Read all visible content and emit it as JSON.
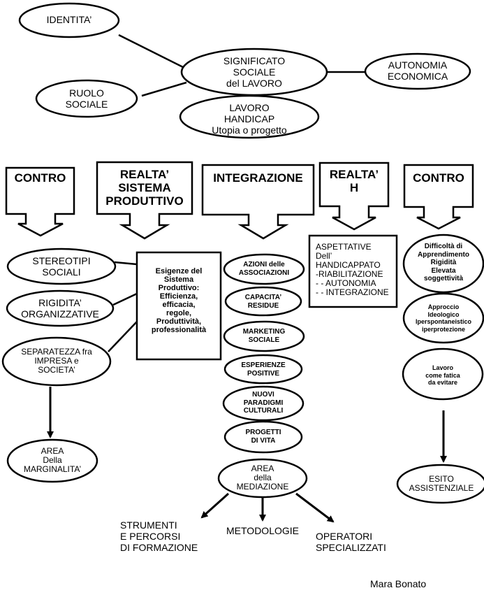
{
  "top": {
    "identita": "IDENTITA’",
    "significato": "SIGNIFICATO\nSOCIALE\ndel LAVORO",
    "autonomia": "AUTONOMIA\nECONOMICA",
    "ruolo": "RUOLO\nSOCIALE",
    "lavoro_handicap": "LAVORO\nHANDICAP\nUtopia o progetto"
  },
  "headers": [
    {
      "id": "contro-left",
      "label": "CONTRO"
    },
    {
      "id": "realta-sistema",
      "label": "REALTA’\nSISTEMA\nPRODUTTIVO"
    },
    {
      "id": "integrazione",
      "label": "INTEGRAZIONE"
    },
    {
      "id": "realta-h",
      "label": "REALTA’\nH"
    },
    {
      "id": "contro-right",
      "label": "CONTRO"
    }
  ],
  "left_column": {
    "stereotipi": "STEREOTIPI\nSOCIALI",
    "rigidita": "RIGIDITA’\nORGANIZZATIVE",
    "separatezza": "SEPARATEZZA fra\nIMPRESA e\nSOCIETA’",
    "area_marginalita": "AREA\nDella\nMARGINALITA’"
  },
  "sistema_box": "Esigenze del\nSistema\nProduttivo:\nEfficienza,\nefficacia,\nregole,\nProduttività,\nprofessionalità",
  "integrazione_items": [
    "AZIONI delle\nASSOCIAZIONI",
    "CAPACITA’\nRESIDUE",
    "MARKETING\nSOCIALE",
    "ESPERIENZE\nPOSITIVE",
    "NUOVI\nPARADIGMI\nCULTURALI",
    "PROGETTI\nDI VITA"
  ],
  "area_mediazione": "AREA\ndella\nMEDIAZIONE",
  "mediazione_outputs": {
    "strumenti": "STRUMENTI\nE PERCORSI\nDI FORMAZIONE",
    "metodologie": "METODOLOGIE",
    "operatori": "OPERATORI\nSPECIALIZZATI"
  },
  "aspettative_box": "ASPETTATIVE\nDell’\nHANDICAPPATO\n-RIABILITAZIONE\n- - AUTONOMIA\n- - INTEGRAZIONE",
  "right_column": {
    "difficolta": "Difficoltà di\nApprendimento\nRigidità\nElevata\nsoggettività",
    "approccio": "Approccio\nIdeologico\nIperspontaneistico\niperprotezione",
    "lavoro_fatica": "Lavoro\ncome fatica\nda evitare",
    "esito": "ESITO\nASSISTENZIALE"
  },
  "author": "Mara Bonato"
}
